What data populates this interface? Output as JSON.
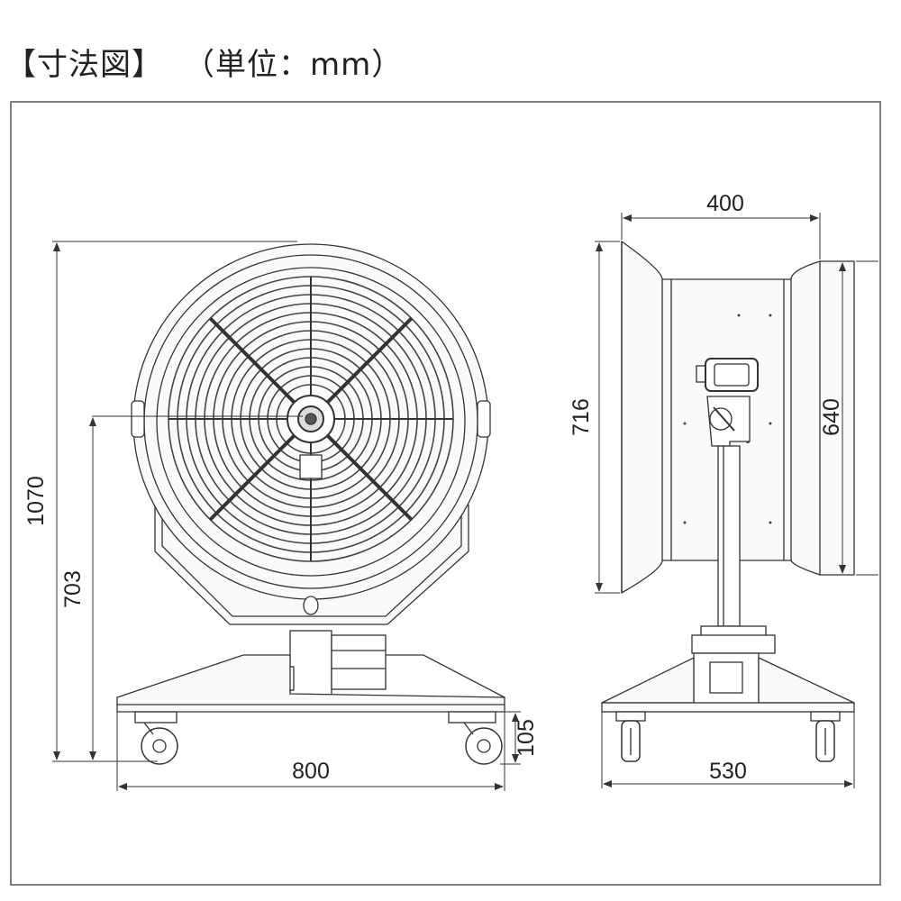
{
  "header": {
    "title": "【寸法図】",
    "unit_label": "（単位：mm）"
  },
  "dimensions": {
    "overall_height": "1070",
    "pivot_height": "703",
    "base_width": "800",
    "caster_height": "105",
    "depth": "400",
    "outer_height": "716",
    "inner_height": "640",
    "side_width": "530"
  }
}
